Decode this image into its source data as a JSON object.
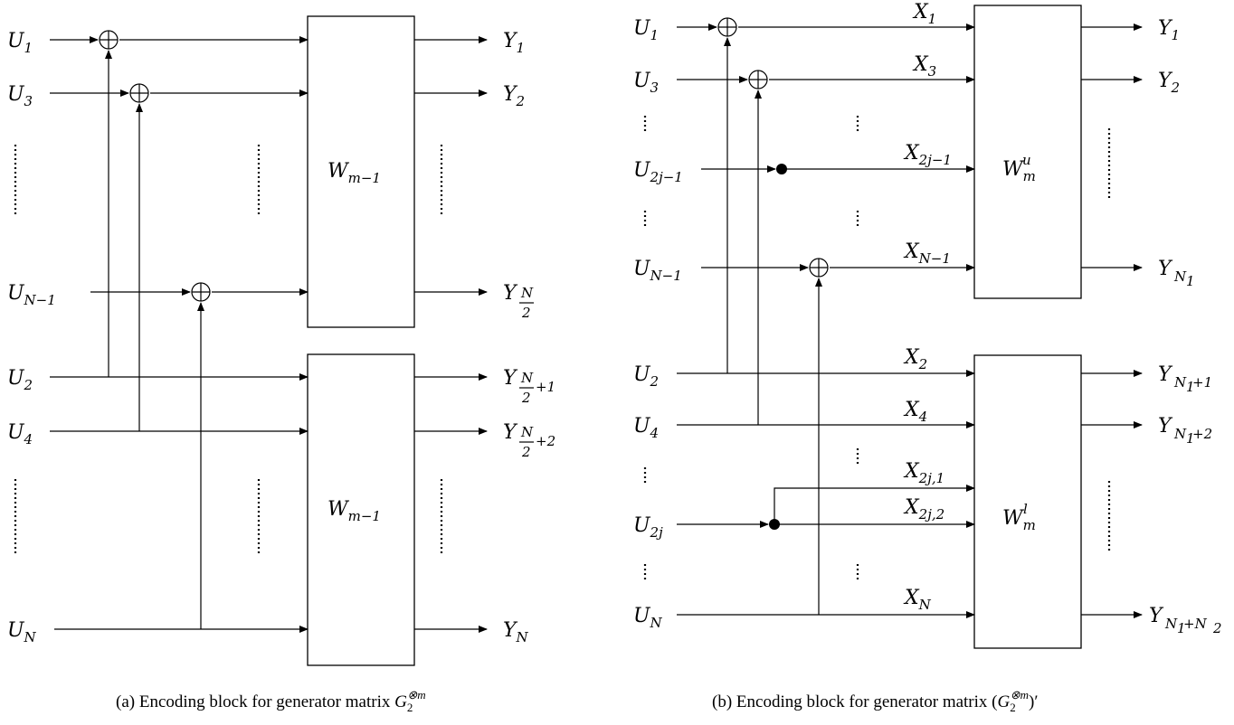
{
  "panel_a": {
    "inputs": [
      {
        "base": "U",
        "sub": "1"
      },
      {
        "base": "U",
        "sub": "3"
      },
      {
        "base": "U",
        "sub": "N−1"
      },
      {
        "base": "U",
        "sub": "2"
      },
      {
        "base": "U",
        "sub": "4"
      },
      {
        "base": "U",
        "sub": "N"
      }
    ],
    "boxes": [
      {
        "base": "W",
        "sub": "m−1"
      },
      {
        "base": "W",
        "sub": "m−1"
      }
    ],
    "outputs": [
      {
        "base": "Y",
        "sub": "1"
      },
      {
        "base": "Y",
        "sub": "2"
      },
      {
        "base": "Y",
        "sub": "",
        "frac_num": "N",
        "frac_den": "2",
        "suffix": ""
      },
      {
        "base": "Y",
        "sub": "",
        "frac_num": "N",
        "frac_den": "2",
        "suffix": "+1"
      },
      {
        "base": "Y",
        "sub": "",
        "frac_num": "N",
        "frac_den": "2",
        "suffix": "+2"
      },
      {
        "base": "Y",
        "sub": "N"
      }
    ],
    "caption": {
      "prefix": "(a) Encoding block for generator matrix ",
      "G": "G",
      "sub": "2",
      "sup": "⊗m",
      "suffix": ""
    }
  },
  "panel_b": {
    "inputs": [
      {
        "base": "U",
        "sub": "1"
      },
      {
        "base": "U",
        "sub": "3"
      },
      {
        "base": "U",
        "sub": "2j−1"
      },
      {
        "base": "U",
        "sub": "N−1"
      },
      {
        "base": "U",
        "sub": "2"
      },
      {
        "base": "U",
        "sub": "4"
      },
      {
        "base": "U",
        "sub": "2j"
      },
      {
        "base": "U",
        "sub": "N"
      }
    ],
    "wires": [
      {
        "base": "X",
        "sub": "1"
      },
      {
        "base": "X",
        "sub": "3"
      },
      {
        "base": "X",
        "sub": "2j−1"
      },
      {
        "base": "X",
        "sub": "N−1"
      },
      {
        "base": "X",
        "sub": "2"
      },
      {
        "base": "X",
        "sub": "4"
      },
      {
        "base": "X",
        "sub": "2j,1"
      },
      {
        "base": "X",
        "sub": "2j,2"
      },
      {
        "base": "X",
        "sub": "N"
      }
    ],
    "boxes": [
      {
        "base": "W",
        "sub": "m",
        "sup": "u"
      },
      {
        "base": "W",
        "sub": "m",
        "sup": "l"
      }
    ],
    "outputs": [
      {
        "base": "Y",
        "sub": "1"
      },
      {
        "base": "Y",
        "sub": "2"
      },
      {
        "base": "Y",
        "sub": "N",
        "subsub": "1",
        "suffix": ""
      },
      {
        "base": "Y",
        "sub": "N",
        "subsub": "1",
        "suffix": "+1"
      },
      {
        "base": "Y",
        "sub": "N",
        "subsub": "1",
        "suffix": "+2"
      },
      {
        "base": "Y",
        "sub": "N",
        "subsub": "1",
        "suffix": "+N",
        "subsub2": "2"
      }
    ],
    "caption": {
      "prefix": "(b) Encoding block for generator matrix (",
      "G": "G",
      "sub": "2",
      "sup": "⊗m",
      "suffix": ")′"
    }
  }
}
